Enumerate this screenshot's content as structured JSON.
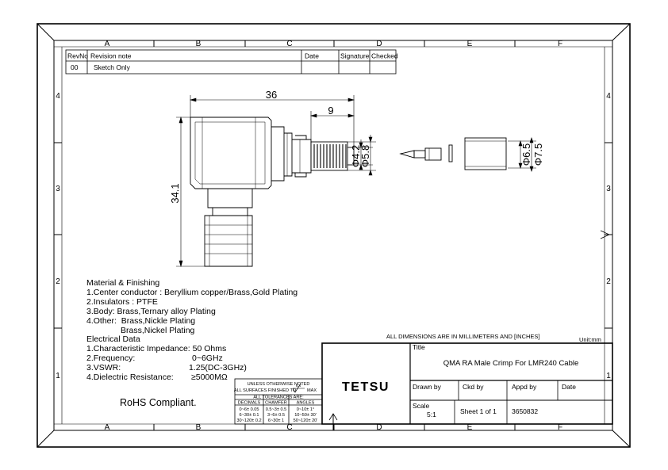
{
  "grid": {
    "columns": [
      "A",
      "B",
      "C",
      "D",
      "E",
      "F"
    ],
    "rows": [
      "4",
      "3",
      "2",
      "1"
    ]
  },
  "revision_table": {
    "headers": {
      "rev_no": "RevNo",
      "note": "Revision note",
      "date": "Date",
      "signature": "Signature",
      "checked": "Checked"
    },
    "rows": [
      {
        "rev_no": "00",
        "note": "Sketch Only",
        "date": "",
        "signature": "",
        "checked": ""
      }
    ]
  },
  "dimensions": {
    "overall_length": "36",
    "rear_length": "9",
    "crimp_diameter": "Φ4.2",
    "ferrule_outer_diameter": "Φ5.8",
    "overall_height": "34.1",
    "sleeve_inner_diameter": "Φ6.5",
    "sleeve_outer_diameter": "Φ7.5"
  },
  "specs": {
    "material_heading": "Material & Finishing",
    "center_conductor": "1.Center conductor : Beryllium copper/Brass,Gold Plating",
    "insulators": "2.Insulators  :  PTFE",
    "body": "3.Body: Brass,Ternary alloy Plating",
    "other_label": "4.Other:",
    "other_line1": "Brass,Nickle Plating",
    "other_line2": "Brass,Nickel Plating",
    "electrical_heading": "Electrical Data",
    "impedance": "1.Characteristic Impedance:  50 Ohms",
    "frequency_label": "2.Frequency:",
    "frequency_value": "0~6GHz",
    "vswr_label": "3.VSWR:",
    "vswr_value": "1.25(DC-3GHz)",
    "dielectric_label": "4.Dielectric Resistance:",
    "dielectric_value": "≥5000MΩ"
  },
  "rohs": "RoHS Compliant.",
  "dimensions_note": "ALL  DIMENSIONS  ARE  IN  MILLIMETERS  AND  [INCHES]",
  "unit_note": "Unit:mm",
  "tolerance_block": {
    "line1": "UNLESS OTHERWISE NOTED",
    "line2": "ALL SURFACES FINISHED TO",
    "line2_max": "MAX",
    "surface_value": "6.4",
    "line3": "ALL TOLERANCES ARE:",
    "headers": [
      "DECIMALS",
      "CHAMFER",
      "ANGLES"
    ],
    "rows": [
      [
        "0~6± 0.05",
        "0.5~3± 0.5",
        "0~10± 1°"
      ],
      [
        "6~30± 0.1",
        "3~6± 0.5",
        "10~50± 30'"
      ],
      [
        "30~120± 0.2",
        "6~30± 1",
        "50~120± 20'"
      ]
    ]
  },
  "title_block": {
    "title_label": "Title",
    "title": "QMA RA Male  Crimp For LMR240 Cable",
    "company": "TETSU",
    "drawn_by_label": "Drawn by",
    "ckd_by_label": "Ckd by",
    "appd_by_label": "Appd by",
    "date_label": "Date",
    "scale_label": "Scale",
    "scale_value": "5:1",
    "sheet": "Sheet 1 of 1",
    "part_number": "3650832"
  }
}
